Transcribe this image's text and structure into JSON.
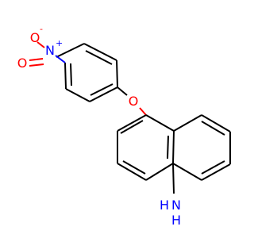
{
  "molecule": {
    "atoms": {
      "nitro_o_minus": {
        "symbol": "O",
        "charge": "-",
        "color": "#ff0000"
      },
      "nitro_n": {
        "symbol": "N",
        "charge": "+",
        "color": "#0000ff"
      },
      "nitro_o_double": {
        "symbol": "O",
        "color": "#ff0000"
      },
      "ether_o": {
        "symbol": "O",
        "color": "#ff0000"
      },
      "amine_n": {
        "symbol": "N",
        "color": "#0000ff"
      },
      "amine_h1": {
        "symbol": "H",
        "color": "#0000ff"
      },
      "amine_h2": {
        "symbol": "H",
        "color": "#0000ff"
      }
    },
    "colors": {
      "bond": "#000000",
      "nitrogen": "#0000ff",
      "oxygen": "#ff0000",
      "background": "#ffffff"
    }
  }
}
